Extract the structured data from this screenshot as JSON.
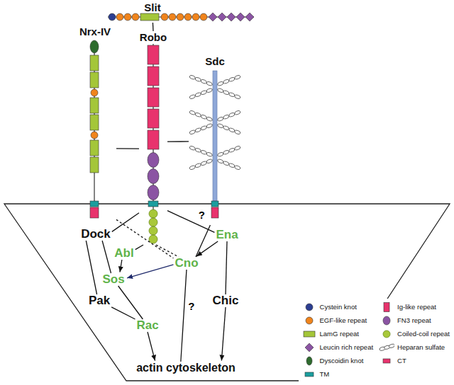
{
  "diagram": {
    "nodes": [
      {
        "text": [
          "Slit"
        ]
      },
      {
        "text": [
          "Robo"
        ]
      },
      {
        "text": [
          "Nrx-IV"
        ]
      },
      {
        "text": [
          "Sdc"
        ]
      },
      {
        "text": [
          "Dock"
        ]
      },
      {
        "text": [
          "Abl"
        ]
      },
      {
        "text": [
          "Ena"
        ]
      },
      {
        "text": [
          "Cno"
        ]
      },
      {
        "text": [
          "Sos"
        ]
      },
      {
        "text": [
          "Pak"
        ]
      },
      {
        "text": [
          "Chic"
        ]
      },
      {
        "text": [
          "Rac"
        ]
      },
      {
        "text": [
          "actin cytoskeleton"
        ]
      }
    ],
    "edges": [
      {
        "from": 0,
        "to": 1,
        "arrow": "none"
      },
      {
        "from": 2,
        "to": 1,
        "arrow": "none"
      },
      {
        "from": 1,
        "to": 3,
        "arrow": "none"
      },
      {
        "from": 1,
        "to": 4,
        "arrow": "none"
      },
      {
        "from": 1,
        "to": 5,
        "arrow": "none"
      },
      {
        "from": 1,
        "to": 6,
        "arrow": "none"
      },
      {
        "from": 1,
        "to": 7,
        "arrow": "none"
      },
      {
        "from": 2,
        "to": 7,
        "arrow": "none"
      },
      {
        "from": 3,
        "to": 7,
        "label": "?",
        "arrow": "none"
      },
      {
        "from": 5,
        "to": 8,
        "arrow": "to"
      },
      {
        "from": 7,
        "to": 8,
        "arrow": "to"
      },
      {
        "from": 6,
        "to": 7,
        "arrow": "to"
      },
      {
        "from": 4,
        "to": 8,
        "arrow": "none"
      },
      {
        "from": 4,
        "to": 9,
        "arrow": "none"
      },
      {
        "from": 6,
        "to": 10,
        "arrow": "none"
      },
      {
        "from": 9,
        "to": 11,
        "arrow": "none"
      },
      {
        "from": 8,
        "to": 11,
        "arrow": "none"
      },
      {
        "from": 11,
        "to": 12,
        "arrow": "to"
      },
      {
        "from": 10,
        "to": 12,
        "arrow": "to"
      },
      {
        "from": 7,
        "to": 12,
        "label": "?",
        "arrow": "none"
      }
    ],
    "legend": [
      {
        "text": "Cystein knot"
      },
      {
        "text": "EGF-like repeat"
      },
      {
        "text": "LamG repeat"
      },
      {
        "text": "Leucin rich repeat"
      },
      {
        "text": "Dyscoidin knot"
      },
      {
        "text": "TM"
      },
      {
        "text": "Ig-like repeat"
      },
      {
        "text": "FN3 repeat"
      },
      {
        "text": "Coiled-coil repeat"
      },
      {
        "text": "Heparan sulfate"
      },
      {
        "text": "CT"
      }
    ]
  }
}
